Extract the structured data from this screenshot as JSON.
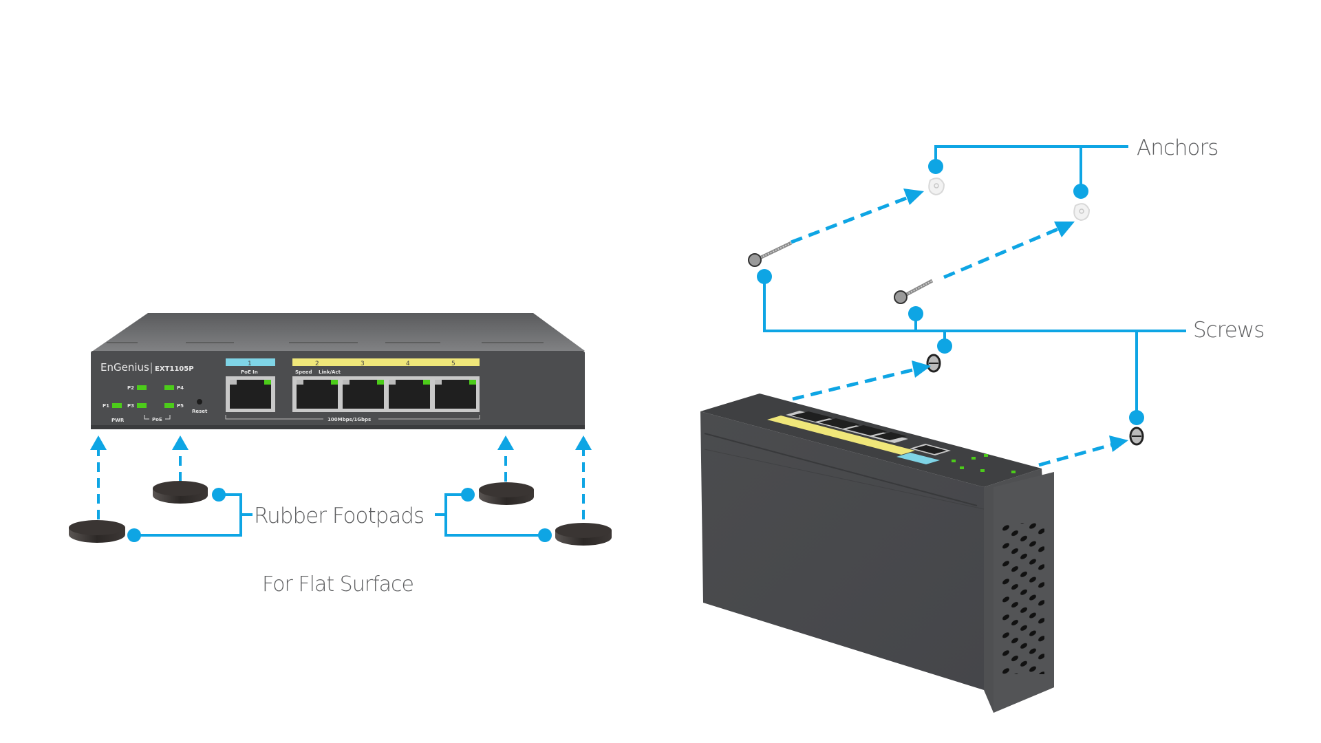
{
  "colors": {
    "accent": "#0ea5e4",
    "switch_body": "#4a4b4d",
    "switch_top": "#6f7072",
    "led_green": "#4ccc1a",
    "label_text": "#5f6062",
    "poe_in_band": "#7fd4e6",
    "ports_band": "#f0e77a",
    "footpad": "#2e2a28"
  },
  "flat_surface": {
    "caption": "For Flat Surface",
    "callout_label": "Rubber Footpads",
    "device": {
      "brand": "EnGenius",
      "model": "EXT1105P",
      "leds": [
        {
          "id": "P1",
          "label": "P1"
        },
        {
          "id": "P2",
          "label": "P2"
        },
        {
          "id": "P3",
          "label": "P3"
        },
        {
          "id": "P4",
          "label": "P4"
        },
        {
          "id": "P5",
          "label": "P5"
        }
      ],
      "pwr_label": "PWR",
      "poe_label": "PoE",
      "reset_label": "Reset",
      "poe_in_port_number": "1",
      "poe_in_label": "PoE In",
      "port_numbers": [
        "2",
        "3",
        "4",
        "5"
      ],
      "speed_label": "Speed",
      "link_label": "Link/Act",
      "speed_rating": "100Mbps/1Gbps"
    }
  },
  "wall_mount": {
    "anchors_label": "Anchors",
    "screws_label": "Screws"
  }
}
